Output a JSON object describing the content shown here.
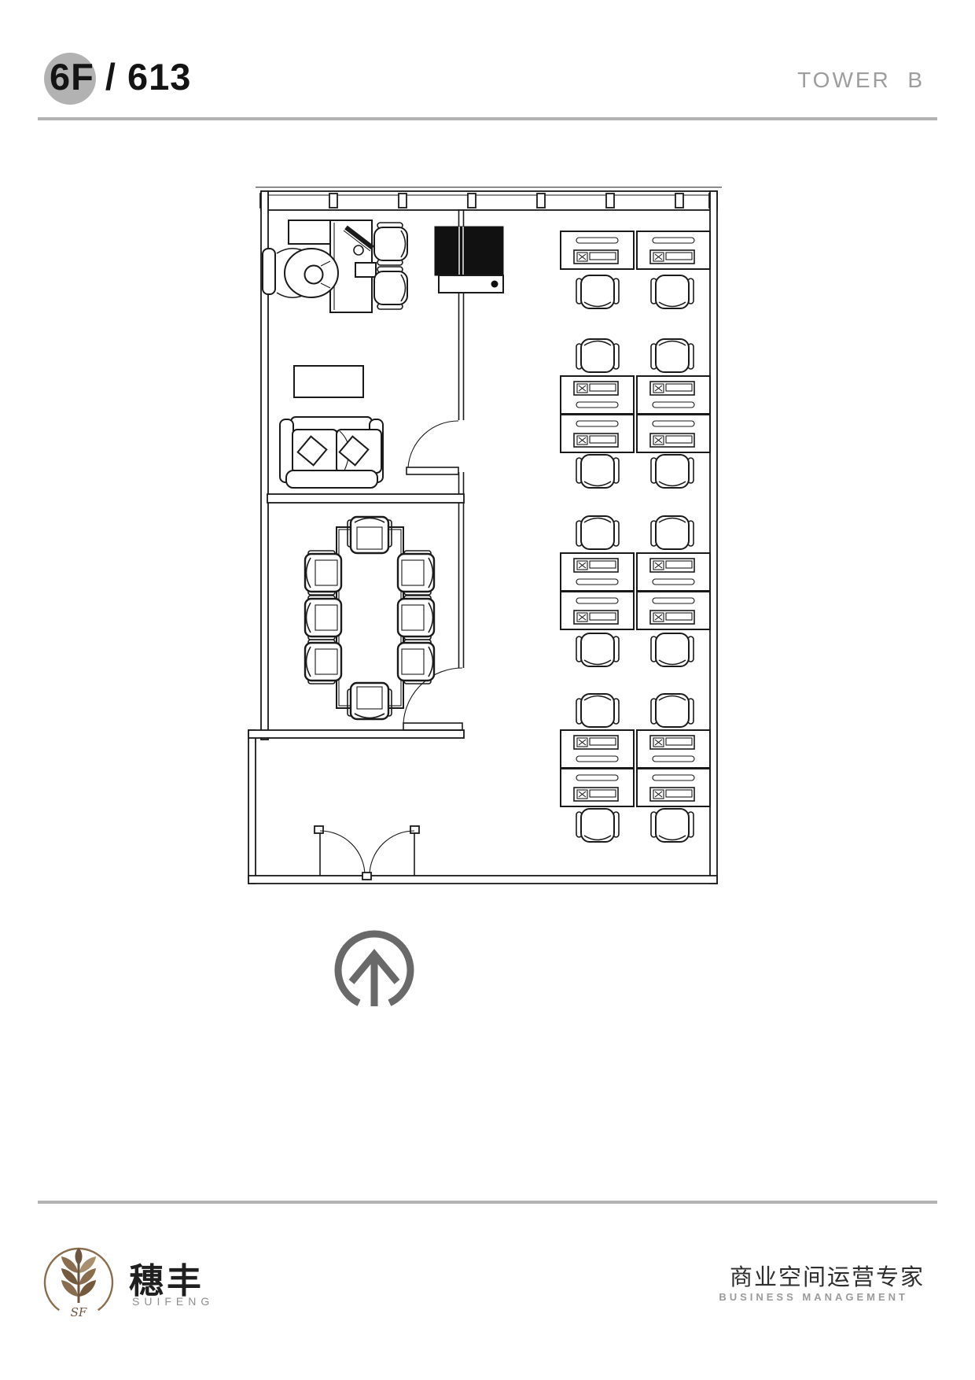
{
  "header": {
    "floor_badge": "6F",
    "title": "6F / 613",
    "tower": "TOWER  B"
  },
  "footer": {
    "brand_cn": "穗丰",
    "brand_en": "SUIFENG",
    "monogram": "SF",
    "tagline_cn": "商业空间运营专家",
    "tagline_en": "BUSINESS MANAGEMENT"
  },
  "plan": {
    "type": "office-floor-plan",
    "unit": "613",
    "areas": [
      {
        "name": "private-office",
        "furniture": [
          "executive-desk",
          "executive-chair-with-person",
          "side-cabinet",
          "2-guest-chairs",
          "coffee-table",
          "two-seat-sofa",
          "wall-cabinet-black"
        ]
      },
      {
        "name": "meeting-room",
        "furniture": [
          "conference-table",
          "8-chairs"
        ],
        "doors": 1
      },
      {
        "name": "open-office",
        "workstations": 14,
        "task_chairs": 14,
        "layout": "2 columns x (1 single row + 3 back-to-back rows)"
      },
      {
        "name": "entry-lobby",
        "doors": "double-swing-entrance"
      }
    ],
    "north_arrow": "up"
  },
  "colors": {
    "line": "#1a1a1a",
    "badge_gray": "#b2b2b2",
    "divider_gray": "#b2b2b2",
    "muted_text": "#9e9e9e",
    "compass_gray": "#696969",
    "brand_brown": "#6d5540",
    "text_dark": "#1f1f1f"
  }
}
